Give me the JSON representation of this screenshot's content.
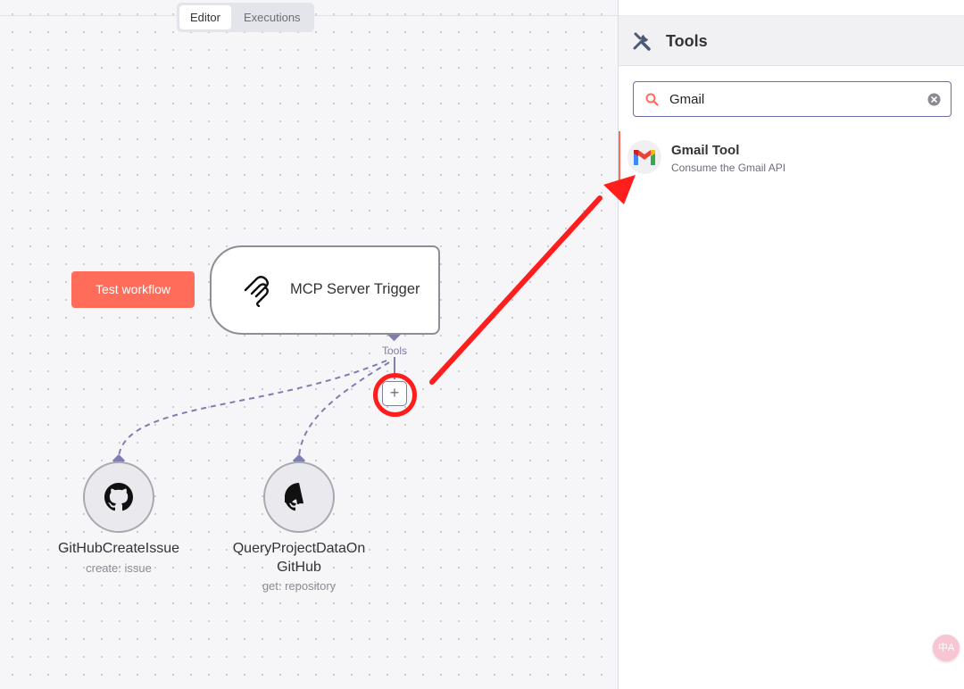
{
  "view_toggle": {
    "editor_label": "Editor",
    "executions_label": "Executions",
    "active": "Editor"
  },
  "canvas": {
    "test_button_label": "Test workflow",
    "trigger_node": {
      "title": "MCP Server Trigger",
      "port_label": "Tools"
    },
    "tool_nodes": [
      {
        "title": "GitHubCreateIssue",
        "subtitle": "create: issue",
        "icon": "github-icon"
      },
      {
        "title_line1": "QueryProjectDataOn",
        "title_line2": "GitHub",
        "subtitle": "get: repository",
        "icon": "github-icon"
      }
    ],
    "add_tool_icon": "plus-square-icon",
    "annotation_color": "#ff1e1e"
  },
  "panel": {
    "title": "Tools",
    "header_icon": "wrench-screwdriver-icon",
    "search": {
      "value": "Gmail",
      "icon": "search-icon",
      "clear_icon": "clear-icon"
    },
    "results": [
      {
        "title": "Gmail Tool",
        "description": "Consume the Gmail API",
        "icon": "gmail-icon"
      }
    ]
  },
  "translate_badge": {
    "label": "中A"
  },
  "colors": {
    "accent": "#ff6d5a",
    "connector": "#7e7eb4",
    "search_border": "#6c6ca8"
  }
}
